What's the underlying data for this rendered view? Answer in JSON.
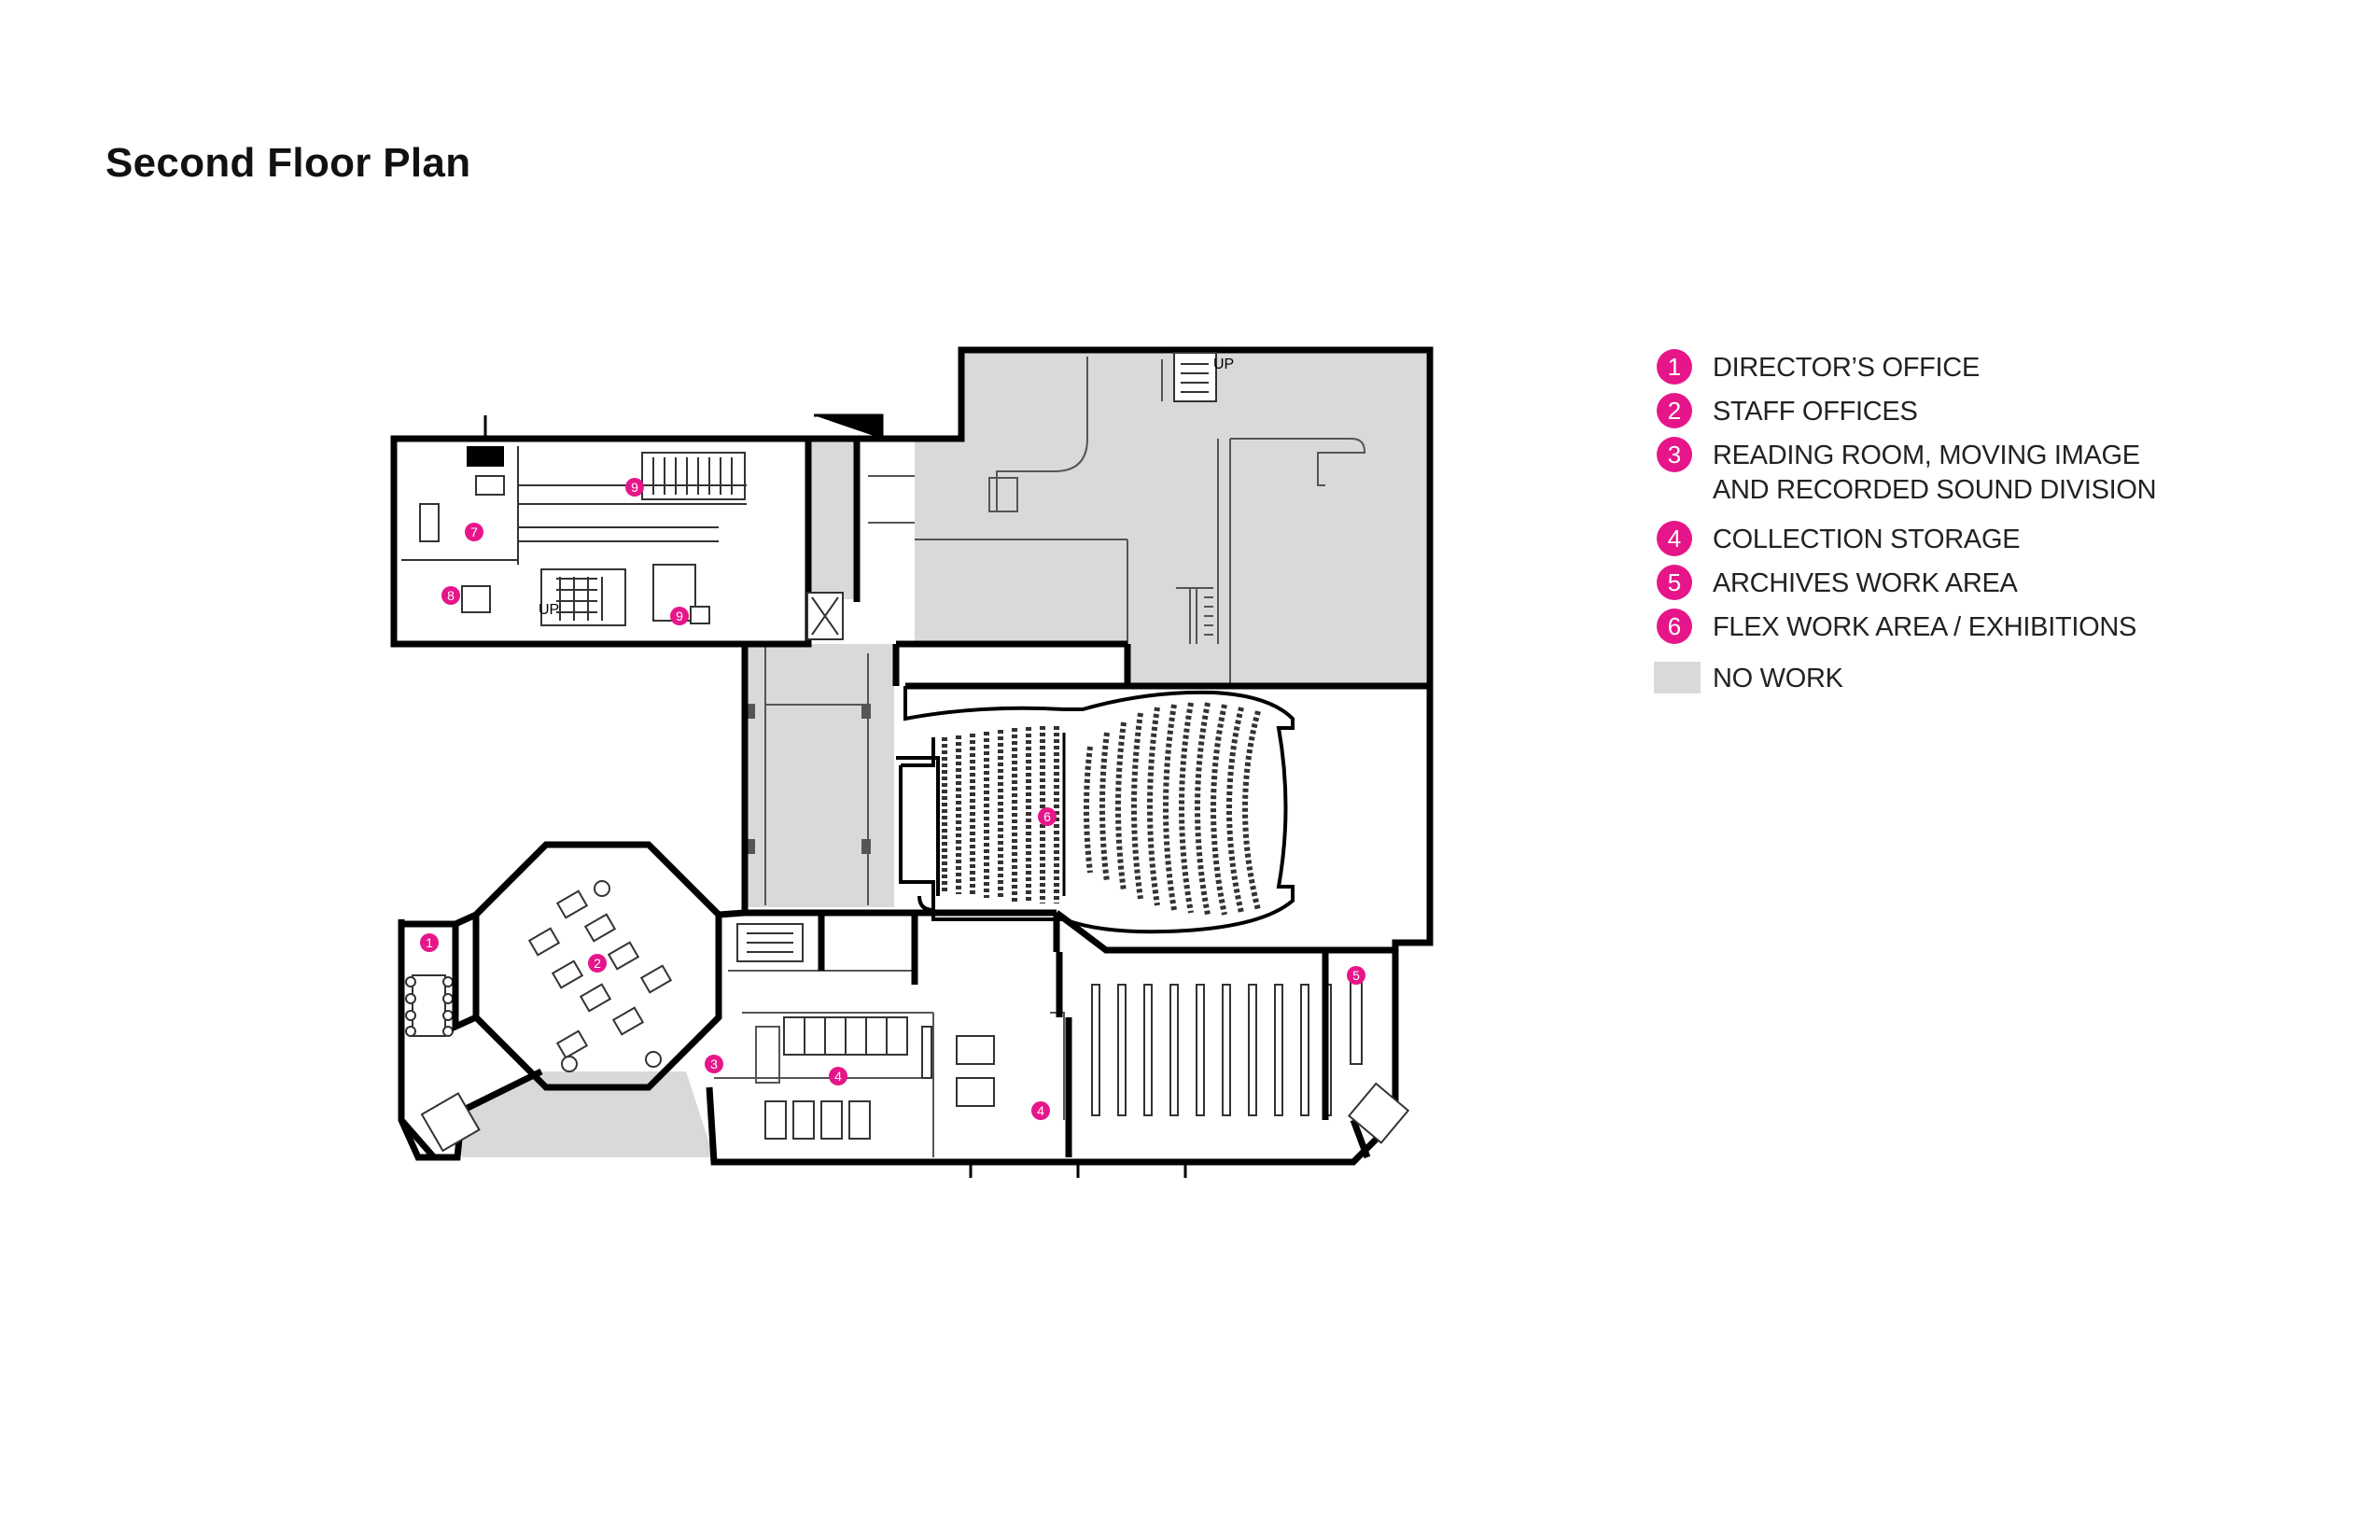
{
  "title": "Second Floor Plan",
  "colors": {
    "badge": "#e6168a",
    "no_work": "#d9d9d9",
    "wall": "#000000"
  },
  "legend": [
    {
      "number": "1",
      "label": "DIRECTOR’S OFFICE"
    },
    {
      "number": "2",
      "label": "STAFF OFFICES"
    },
    {
      "number": "3",
      "label": "READING ROOM, MOVING IMAGE",
      "label2": "AND RECORDED SOUND DIVISION"
    },
    {
      "number": "4",
      "label": "COLLECTION STORAGE"
    },
    {
      "number": "5",
      "label": "ARCHIVES WORK AREA"
    },
    {
      "number": "6",
      "label": "FLEX WORK AREA / EXHIBITIONS"
    }
  ],
  "no_work_label": "NO WORK",
  "plan_labels": {
    "up_a": "UP",
    "up_b": "UP",
    "markers": [
      "1",
      "2",
      "3",
      "4",
      "4",
      "5",
      "6",
      "7",
      "8",
      "9",
      "9"
    ]
  }
}
